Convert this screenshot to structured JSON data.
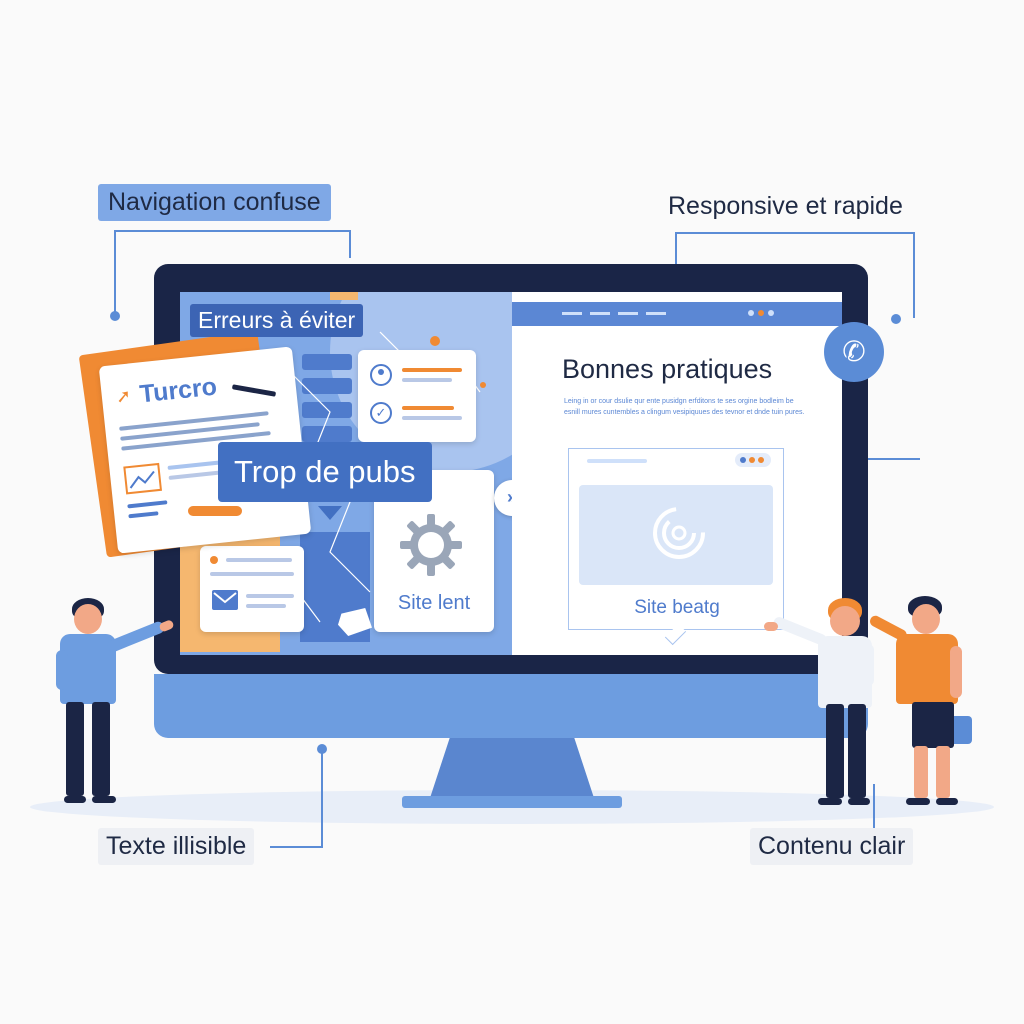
{
  "callouts": {
    "navigation": "Navigation confuse",
    "responsive": "Responsive et rapide",
    "texte": "Texte illisible",
    "contenu": "Contenu clair"
  },
  "left_screen": {
    "title": "Erreurs à éviter",
    "doc_title": "Turcro",
    "ads_label": "Trop de pubs",
    "slow_label": "Site lent"
  },
  "right_screen": {
    "title": "Bonnes pratiques",
    "body_text": "Leing in or cour dsulie qur ente pusidgn erfditons te ses orgine bodleim be esnill mures cuntembles a clingum vesipiquues des tevnor et dnde tuin pures.",
    "card_label": "Site beatg"
  },
  "icons": [
    "phone-icon",
    "gear-icon",
    "loading-icon",
    "cursor-icon",
    "mail-icon",
    "image-icon",
    "user-icon",
    "check-icon",
    "chevron-double-right-icon"
  ],
  "colors": {
    "accent_blue": "#4f7bcc",
    "light_blue": "#7fa8e6",
    "orange": "#f08a33",
    "navy": "#1a2547"
  }
}
